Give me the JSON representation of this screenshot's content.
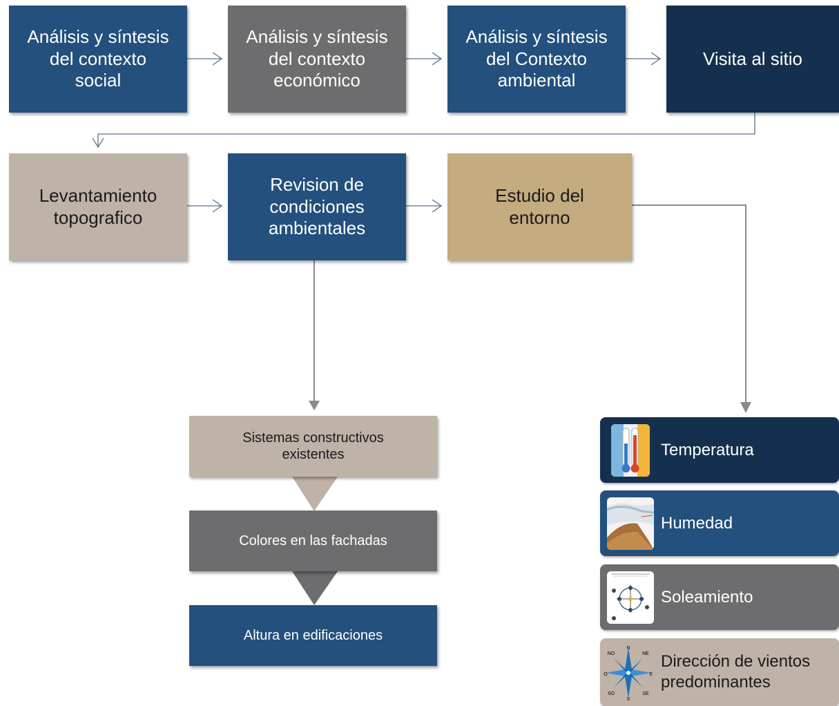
{
  "steps": {
    "social": "Análisis y síntesis\ndel contexto\nsocial",
    "economico": "Análisis y síntesis\ndel contexto\neconómico",
    "ambiental": "Análisis y síntesis\ndel  Contexto\nambiental",
    "visita": "Visita al sitio",
    "levantamiento": "Levantamiento\ntopografico",
    "revision": "Revision de\ncondiciones\nambientales",
    "estudio": "Estudio del\nentorno"
  },
  "left_list": [
    "Sistemas constructivos\nexistentes",
    "Colores en las fachadas",
    "Altura en edificaciones"
  ],
  "right_list": [
    {
      "label": "Temperatura",
      "icon": "thermometer-icon"
    },
    {
      "label": "Humedad",
      "icon": "humidity-icon"
    },
    {
      "label": "Soleamiento",
      "icon": "sun-path-icon"
    },
    {
      "label": "Dirección de vientos\npredominantes",
      "icon": "compass-rose-icon"
    }
  ],
  "compass": {
    "n": "N",
    "ne": "NE",
    "no": "NO",
    "e": "E",
    "o": "O",
    "se": "SE",
    "so": "SO",
    "s": "S"
  },
  "colors": {
    "blue": "#23507c",
    "gray": "#6d6d6f",
    "navy": "#15304f",
    "taupe": "#bfb3a8",
    "tan": "#c4ab80"
  }
}
